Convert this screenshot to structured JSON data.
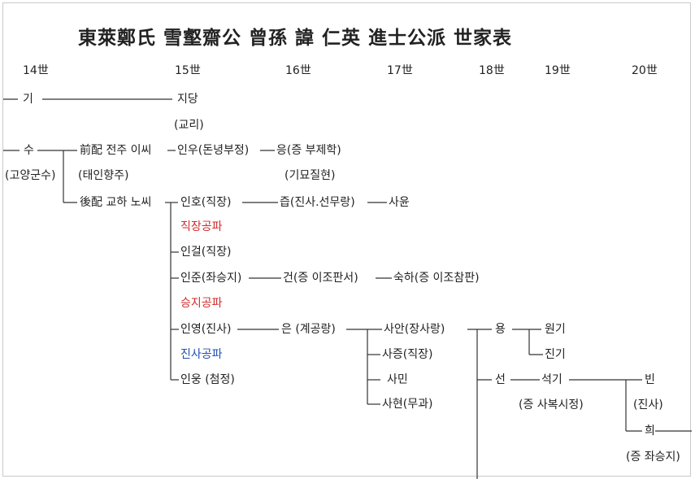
{
  "title": "東萊鄭氏 雪壑齋公 曾孫 諱 仁英 進士公派 世家表",
  "generations": [
    "14世",
    "15世",
    "16世",
    "17世",
    "18世",
    "19世",
    "20世"
  ],
  "persons": {
    "gi": "기",
    "jidang": "지당",
    "jidang_note": "(교리)",
    "su": "수",
    "su_note": "(고양군수)",
    "wife1": "前配  전주 이씨",
    "wife1_note": "(태인향주)",
    "wife2": "後配  교하 노씨",
    "inu": "인우(돈녕부정)",
    "eung": "응(증 부제학)",
    "eung_note": "(기묘질현)",
    "inho": "인호(직장)",
    "jeup": "즙(진사.선무랑)",
    "sayun": "사윤",
    "jikjang_branch": "직장공파",
    "ingeol": "인걸(직장)",
    "injun": "인준(좌승지)",
    "geon": "건(증 이조판서)",
    "sukha": "숙하(증 이조참판)",
    "seungji_branch": "승지공파",
    "inyeong": "인영(진사)",
    "eun": "은 (계공랑)",
    "saan": "사안(장사랑)",
    "yong": "용",
    "wongi": "원기",
    "jinsa_branch": "진사공파",
    "jingi": "진기",
    "sajeung": "사증(직장)",
    "inung": "인웅 (첨정)",
    "samin": "사민",
    "seon": "선",
    "seokgi": "석기",
    "bin": "빈",
    "bin_note": "(진사)",
    "sahyeon": "사현(무과)",
    "seokgi_note": "(증 사복시정)",
    "hui": "희",
    "hui_note": "(증 좌승지)"
  },
  "colors": {
    "line": "#333333",
    "red_branch": "#d22a2a",
    "blue_branch": "#1f4fb3"
  }
}
